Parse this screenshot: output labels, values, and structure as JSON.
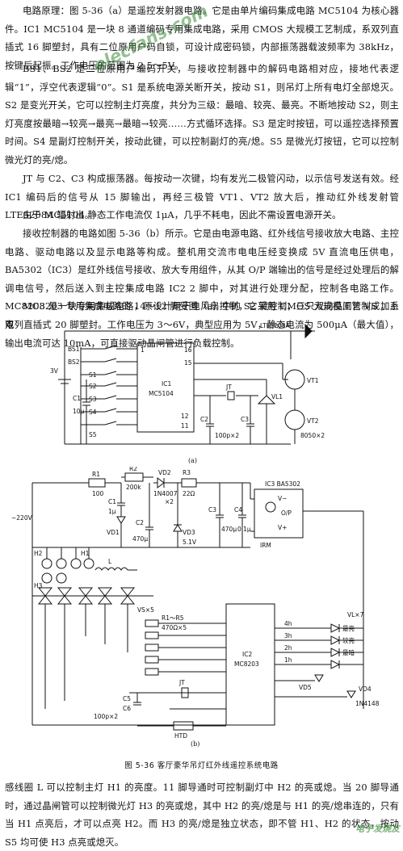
{
  "paragraphs": {
    "p1": "电路原理：图 5-36（a）是遥控发射器电路。它是由单片编码集成电路 MC5104 为核心器件。IC1 MC5104 是一块 8 通道编码专用集成电路，采用 CMOS 大规模工艺制成，系双列直插式 16 脚塑封，具有二位原用户码自锁，可设计成密码锁，内部振荡器载波频率为 38kHz，按键后起振。工作电压的范围为 2.5～5V。",
    "p2": "BS1、BS2 是二位原用户编码开关，与接收控制器中的解码电路相对应，接地代表逻辑“1”，浮空代表逻辑“0”。S1 是系统电源关断开关，按动 S1，则吊灯上所有电灯全部熄灭。S2 是变光开关，它可以控制主灯亮度，共分为三级：最暗、较亮、最亮。不断地按动 S2，则主灯亮度按最暗→较亮→最亮→最暗→较亮……方式循环选择。S3 是定时按钮，可以遥控选择预置时间。S4 是副灯控制开关，按动此键，可以控制副灯的亮/熄。S5 是微光灯按钮，它可以控制微光灯的亮/熄。",
    "p3": "JT 与 C2、C3 构成振荡器。每按动一次键，均有发光二极管闪动，以示信号发送有效。经 IC1 编码后的信号从 15 脚输出，再经三极管 VT1、VT2 放大后，推动红外线发射管 LTE5208A 辐射出。",
    "p4": "由于 MC5104 静态工作电流仅 1μA，几乎不耗电，因此不需设置电源开关。",
    "p5": "接收控制器的电路如图 5-36（b）所示。它是由电源电路、红外线信号接收放大电路、主控电路、驱动电路以及显示电路等构成。整机用交流市电电压经变换成 5V 直流电压供电，BA5302（IC3）是红外线信号接收、放大专用组件，从其 O/P 端输出的信号是经过处理后的解调电信号，然后送入到主控集成电路 IC2 2 脚中，对其进行处理分配，控制各电路工作。MC8203 是一块专用集成电路，原设计用于电风扇控制，它采用 CMOS 大规模工艺制成，系双列直插式 20 脚塑封。工作电压为 3～6V，典型应用为 5V，静态电流为 500μA（最大值），输出电流可达 10mA，可直接驱动晶闸管进行负载控制。",
    "p6": "MC8203 专用集成电路的 14～12 脚受图（a）中的 S2 键控制，三只双向晶闸管 VS 加上电",
    "p7": "感线圈 L 可以控制主灯 H1 的亮度。11 脚导通时可控制副灯中 H2 的亮或熄。当 20 脚导通时，通过晶闸管可以控制微光灯 H3 的亮或熄，其中 H2 的亮/熄是与 H1 的亮/熄串连的，只有当 H1 点亮后，才可以点亮 H2。而 H3 的亮/熄是独立状态，即不管 H1、H2 的状态，按动 S5 均可使 H3 点亮或熄灭。"
  },
  "figure": {
    "title": "图 5-36   客厅豪华吊灯红外线遥控系统电路",
    "caption_a": "(a)",
    "caption_b": "(b)",
    "labels_a": {
      "bs1": "BS1",
      "bs2": "BS2",
      "s1": "S1",
      "s2": "S2",
      "s3": "S3",
      "s4": "S4",
      "s5": "S5",
      "batt": "3V",
      "c1": "C1",
      "c1v": "10μ",
      "ic1": "IC1",
      "ic1p": "MC5104",
      "pin1": "1",
      "pin15": "15",
      "pin16": "16",
      "pin11": "11",
      "pin12": "12",
      "jt": "JT",
      "c2": "C2",
      "c3": "C3",
      "cval": "100p×2",
      "vl1": "VL1",
      "vt1": "VT1",
      "vt2": "VT2",
      "vtp": "8050×2",
      "led": "LTE5208A"
    },
    "labels_b": {
      "r1": "R1",
      "r1v": "100",
      "r2": "R2",
      "r2v": "200k",
      "vd2": "VD2",
      "vd2p": "1N4007",
      "x2": "×2",
      "r3": "R3",
      "r3v": "22Ω",
      "c1": "C1",
      "c1v": "1μ",
      "vd1": "VD1",
      "c2": "C2",
      "c2v": "470μ",
      "vd3": "VD3",
      "vd3v": "5.1V",
      "c3": "C3",
      "c3v": "470μ",
      "c4": "C4",
      "c4v": "0.1μ",
      "ic3": "IC3 BA5302",
      "vm": "V−",
      "op": "O/P",
      "vp": "V+",
      "irm": "IRM",
      "ac": "~220V",
      "h2": "H2",
      "h3": "H3",
      "h1": "H1",
      "l": "L",
      "vs": "VS×5",
      "rr": "R1～R5",
      "rrv": "470Ω×5",
      "ic2": "IC2",
      "ic2p": "MC8203",
      "c5": "C5",
      "c6": "C6",
      "c56": "100p×2",
      "jt": "JT",
      "htd": "HTD",
      "vl7": "VL×7",
      "vd4": "VD4",
      "vd4p": "1N4148",
      "vdx": "VD5",
      "l4": "最亮",
      "l3": "较亮",
      "l2": "最暗",
      "l1": "",
      "p4h": "4h",
      "p3h": "3h",
      "p2h": "2h",
      "p1h": "1h"
    }
  },
  "watermark": {
    "site": "elecfans.com",
    "corner": "电子发烧友"
  }
}
